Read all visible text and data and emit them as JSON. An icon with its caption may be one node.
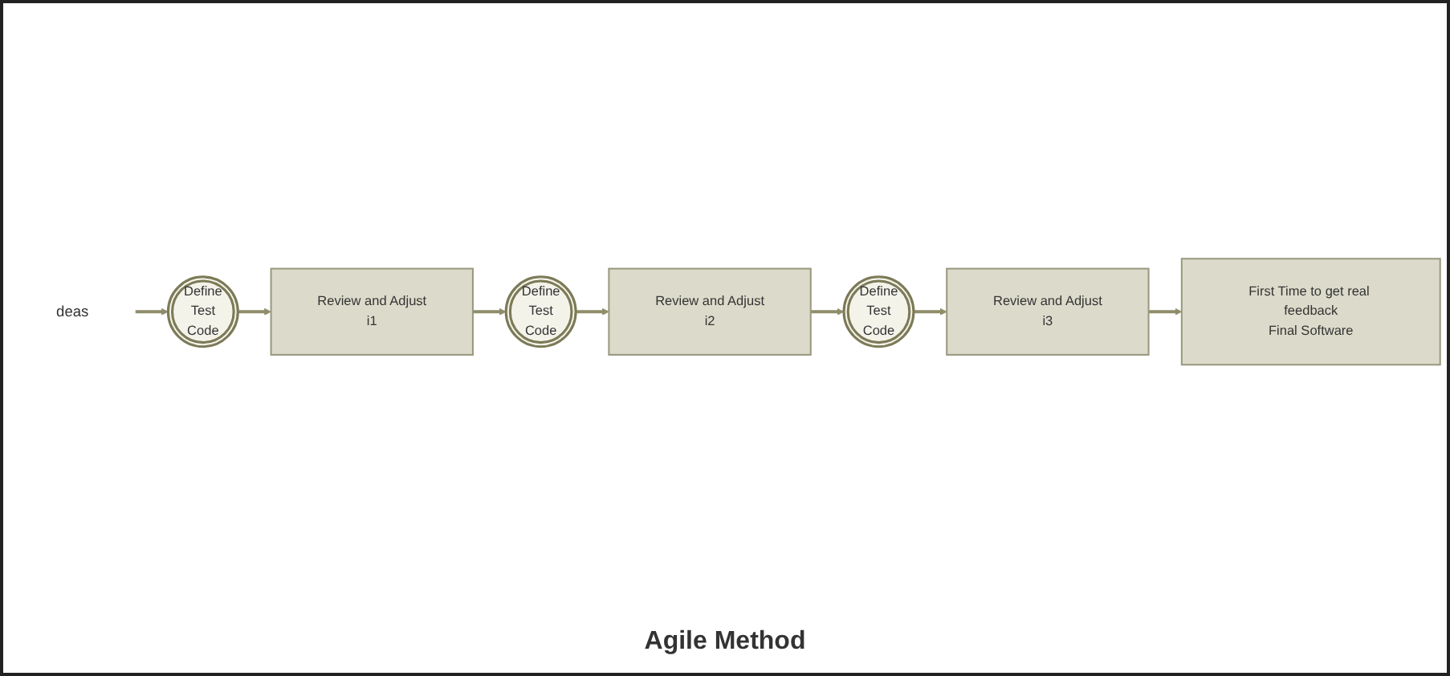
{
  "diagram": {
    "caption": "Agile Method",
    "nodes": [
      {
        "text": [
          "deas"
        ]
      },
      {
        "text": [
          "Define",
          "Test",
          "Code"
        ]
      },
      {
        "text": [
          "Review and Adjust",
          "i1"
        ]
      },
      {
        "text": [
          "Define",
          "Test",
          "Code"
        ]
      },
      {
        "text": [
          "Review and Adjust",
          "i2"
        ]
      },
      {
        "text": [
          "Define",
          "Test",
          "Code"
        ]
      },
      {
        "text": [
          "Review and Adjust",
          "i3"
        ]
      },
      {
        "text": [
          "First Time to get real feedback",
          "Final Software"
        ]
      }
    ],
    "edges": [
      {
        "from": 0,
        "to": 1,
        "arrow": "to"
      },
      {
        "from": 1,
        "to": 2,
        "arrow": "to"
      },
      {
        "from": 2,
        "to": 3,
        "arrow": "to"
      },
      {
        "from": 3,
        "to": 4,
        "arrow": "to"
      },
      {
        "from": 4,
        "to": 5,
        "arrow": "to"
      },
      {
        "from": 5,
        "to": 6,
        "arrow": "to"
      },
      {
        "from": 6,
        "to": 7,
        "arrow": "to"
      }
    ]
  }
}
